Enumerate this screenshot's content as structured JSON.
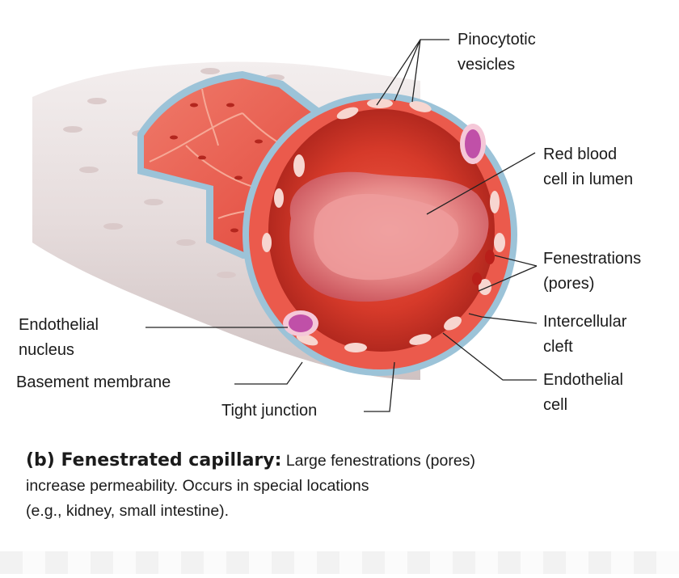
{
  "figure": {
    "labels": {
      "pinocytotic_vesicles": [
        "Pinocytotic",
        "vesicles"
      ],
      "red_blood_cell": [
        "Red blood",
        "cell in lumen"
      ],
      "fenestrations": [
        "Fenestrations",
        "(pores)"
      ],
      "intercellular_cleft": [
        "Intercellular",
        "cleft"
      ],
      "endothelial_cell": [
        "Endothelial",
        "cell"
      ],
      "endothelial_nucleus": [
        "Endothelial",
        "nucleus"
      ],
      "basement_membrane": "Basement membrane",
      "tight_junction": "Tight junction"
    },
    "caption": {
      "title": "(b) Fenestrated capillary:",
      "line1_rest": "Large fenestrations (pores)",
      "line2": "increase permeability. Occurs in special locations",
      "line3": "(e.g., kidney, small intestine)."
    },
    "colors": {
      "tube_outer": "#e3dada",
      "basement_membrane": "#9cc3d8",
      "endothelium": "#e94f45",
      "lumen": "#d63a2a",
      "rbc": "#e98c8c",
      "nucleus": "#c050a8"
    }
  }
}
